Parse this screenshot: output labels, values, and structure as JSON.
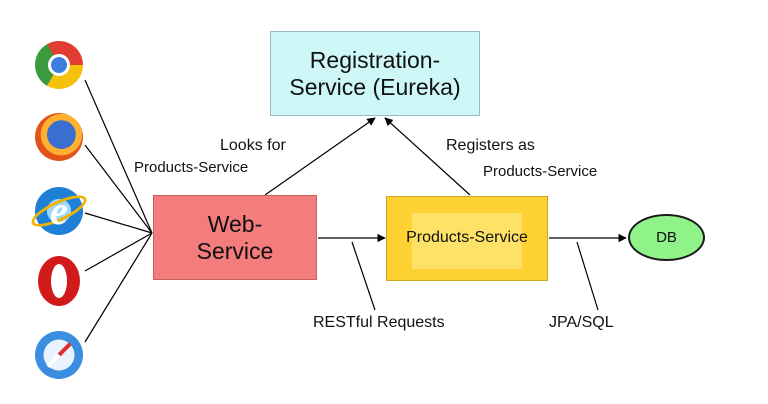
{
  "nodes": {
    "registry": "Registration-\nService (Eureka)",
    "web_service": "Web-\nService",
    "products_service": "Products-Service",
    "db": "DB"
  },
  "labels": {
    "looks_for": "Looks for",
    "looks_for_target": "Products-Service",
    "registers_as": "Registers as",
    "registers_as_target": "Products-Service",
    "restful": "RESTful Requests",
    "jpa": "JPA/SQL"
  },
  "clients": [
    {
      "icon": "chrome-icon"
    },
    {
      "icon": "firefox-icon"
    },
    {
      "icon": "internet-explorer-icon"
    },
    {
      "icon": "opera-icon"
    },
    {
      "icon": "safari-icon"
    }
  ],
  "colors": {
    "registry": "#cef8f8",
    "web_service": "#f47c7c",
    "products_service": "#fed233",
    "db": "#8ff38a"
  }
}
